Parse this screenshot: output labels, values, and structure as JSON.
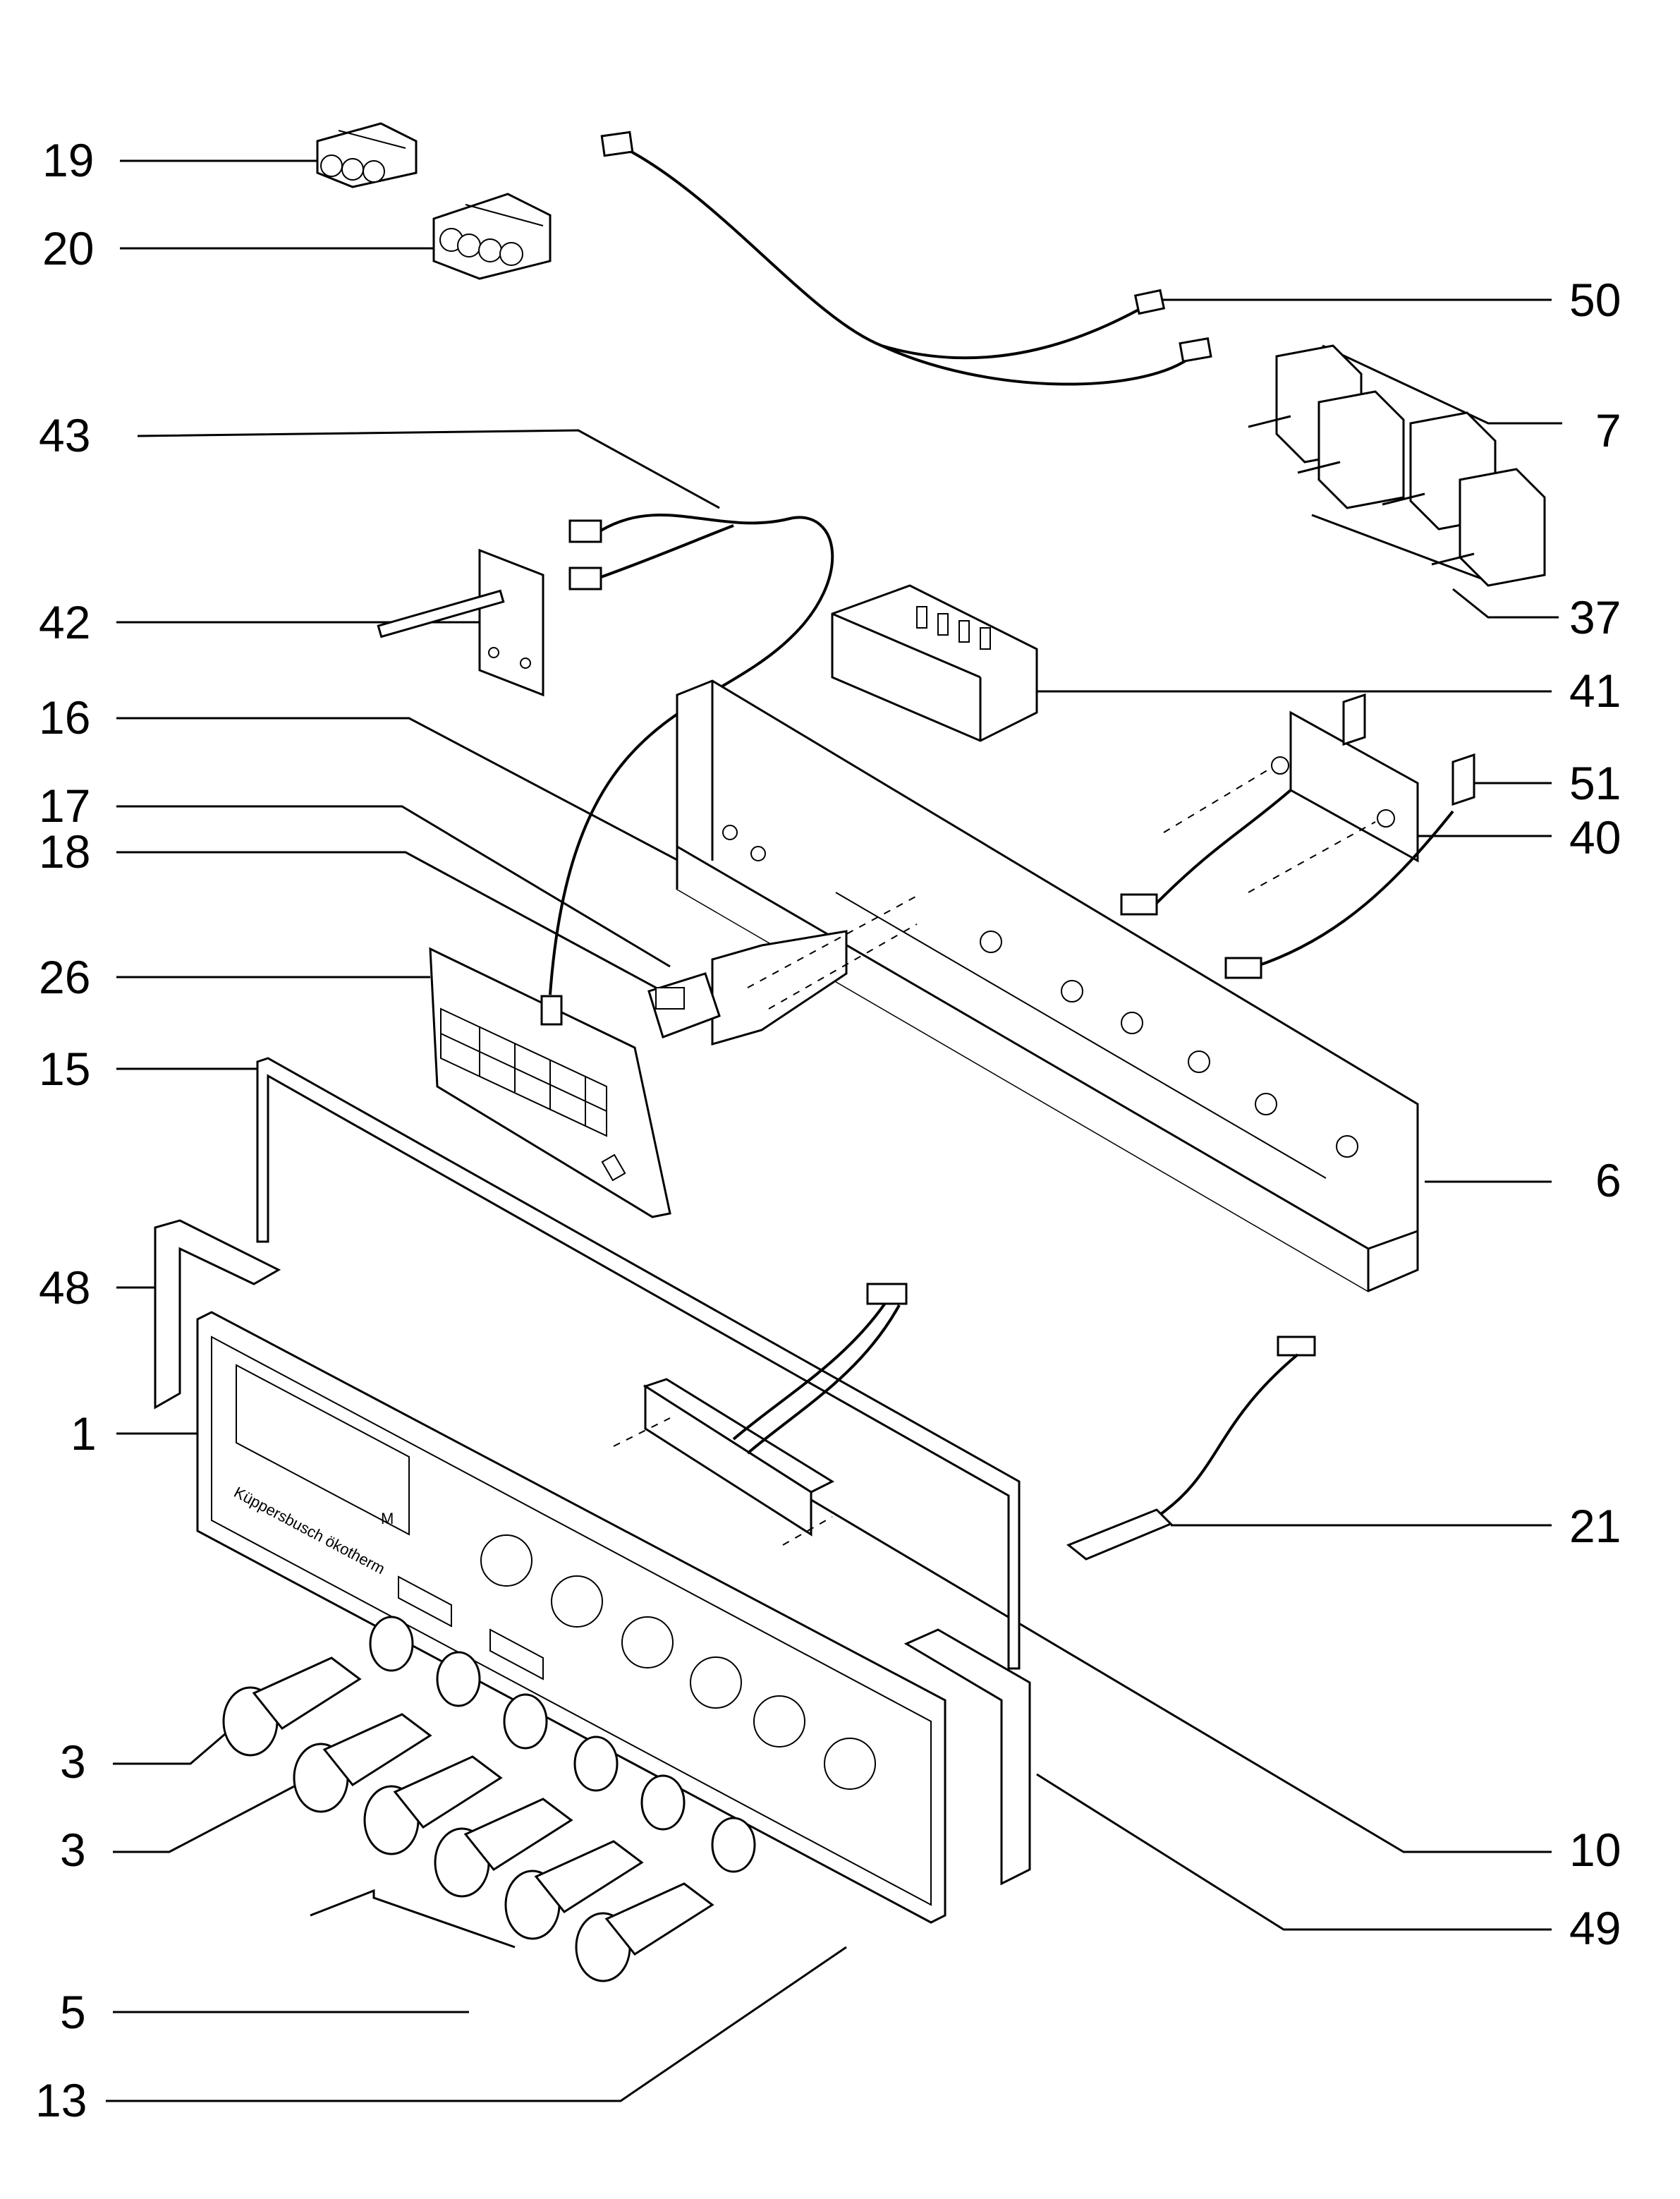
{
  "callouts": {
    "c19": "19",
    "c20": "20",
    "c43": "43",
    "c42": "42",
    "c16": "16",
    "c17": "17",
    "c18": "18",
    "c26": "26",
    "c15": "15",
    "c48": "48",
    "c1": "1",
    "c3a": "3",
    "c3b": "3",
    "c5": "5",
    "c13": "13",
    "c50": "50",
    "c7": "7",
    "c37": "37",
    "c41": "41",
    "c51": "51",
    "c40": "40",
    "c6": "6",
    "c21": "21",
    "c10": "10",
    "c49": "49"
  },
  "panel_text": {
    "brand": "Küppersbusch ökotherm",
    "menu_key": "M"
  }
}
